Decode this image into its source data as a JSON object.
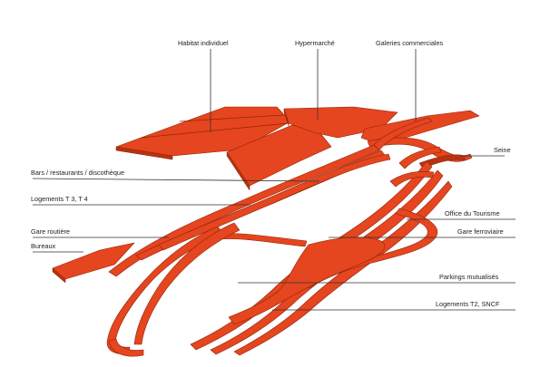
{
  "diagram": {
    "colors": {
      "fill": "#e5451f",
      "fill_dark": "#b8320f",
      "stroke": "#8e2508",
      "leader_line": "#333333",
      "text": "#222222",
      "background": "#ffffff"
    },
    "labels": {
      "habitat_individuel": "Habitat individuel",
      "hypermarche": "Hypermarché",
      "galeries_commerciales": "Galeries commerciales",
      "seine": "Seine",
      "bars_restaurants": "Bars / restaurants / discothèque",
      "logements_t3_t4": "Logements T 3, T 4",
      "gare_routiere": "Gare routière",
      "bureaux": "Bureaux",
      "office_tourisme": "Office du Tourisme",
      "gare_ferroviaire": "Gare ferroviaire",
      "parkings_mutualises": "Parkings mutualisés",
      "logements_t2_sncf": "Logements T2, SNCF"
    }
  }
}
